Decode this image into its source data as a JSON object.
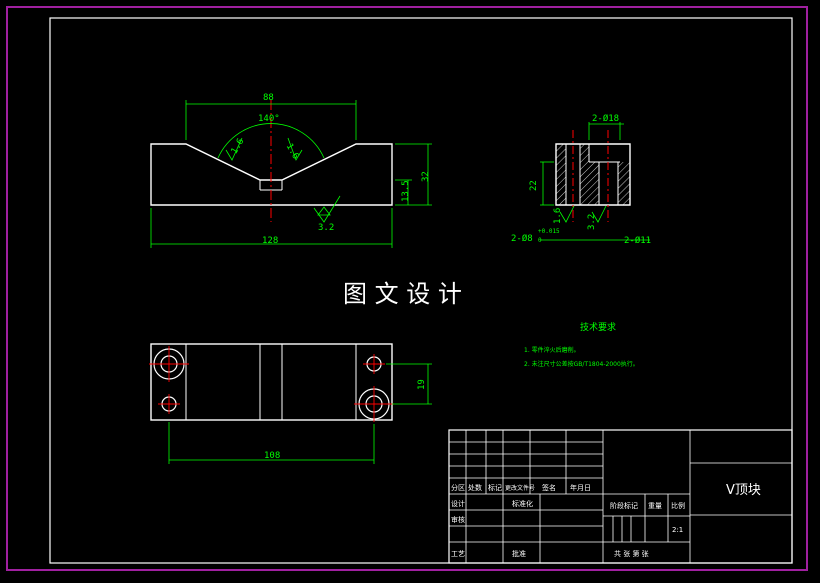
{
  "watermark": "图 文 设 计",
  "front_view": {
    "dim_top": "88",
    "dim_angle": "140°",
    "rough_a": "1.6",
    "rough_b": "1.6",
    "dim_height_total": "32",
    "dim_height_groove": "13.5",
    "dim_width": "128",
    "rough_bottom": "3.2"
  },
  "side_view": {
    "dim_top": "2-Ø18",
    "dim_height": "22",
    "rough_a": "1.6",
    "rough_b": "3.2",
    "dim_hole_a": "2-Ø8",
    "tol_upper": "+0.015",
    "tol_lower": "0",
    "dim_hole_b": "2-Ø11"
  },
  "top_view": {
    "dim_spacing": "108",
    "dim_offset": "19"
  },
  "tech_req": {
    "title": "技术要求",
    "line1": "1. 零件淬火后磨削。",
    "line2": "2. 未注尺寸公差按GB/T1804-2000执行。"
  },
  "title_block": {
    "part_name": "V顶块",
    "labels": {
      "fen_qu": "分区",
      "chu_shu": "处数",
      "biao_ji": "标记",
      "wen_jian": "更改文件号",
      "qian_ming": "签名",
      "nian_yue_ri": "年月日",
      "she_ji": "设计",
      "biao_zhun_hua": "标准化",
      "shen_he": "审核",
      "gong_yi": "工艺",
      "pi_zhun": "批准",
      "jie_duan": "阶段标记",
      "zhong_liang": "重量",
      "bi_li": "比例",
      "ratio": "2:1",
      "sheets": "共 张 第 张"
    }
  },
  "colors": {
    "outline": "#ffffff",
    "dimension": "#00ff00",
    "centerline": "#ff0000",
    "frame": "#a020a0",
    "background": "#000000"
  }
}
